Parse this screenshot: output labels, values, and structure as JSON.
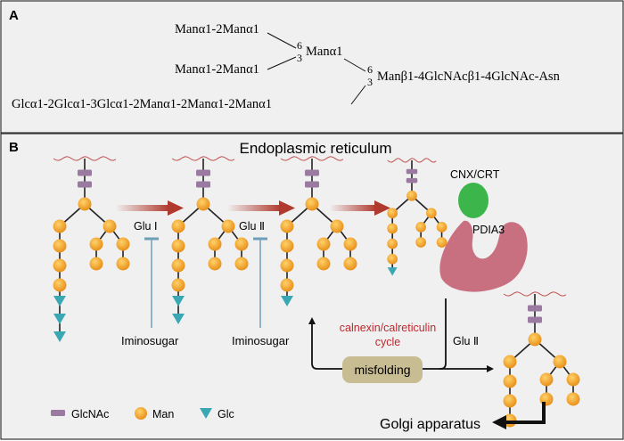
{
  "panel_a": {
    "label": "A",
    "arm1": "Manα1-2Manα1",
    "arm2": "Manα1-2Manα1",
    "branch_mid": "Manα1",
    "arm3": "Glcα1-2Glcα1-3Glcα1-2Manα1-2Manα1-2Manα1",
    "core": "Manβ1-4GlcNAcβ1-4GlcNAc-Asn",
    "link_upper_6": "6",
    "link_upper_3": "3",
    "link_lower_6": "6",
    "link_lower_3": "3"
  },
  "panel_b": {
    "label": "B",
    "title": "Endoplasmic reticulum",
    "glu1": "Glu Ⅰ",
    "glu2": "Glu Ⅱ",
    "glu2_late": "Glu Ⅱ",
    "inhibitor1": "Iminosugar",
    "inhibitor2": "Iminosugar",
    "cnx": "CNX/CRT",
    "pdia3": "PDIA3",
    "cycle_line1": "calnexin/calreticulin",
    "cycle_line2": "cycle",
    "misfolding": "misfolding",
    "golgi": "Golgi apparatus",
    "legend": {
      "glcnac": "GlcNAc",
      "man": "Man",
      "glc": "Glc"
    }
  },
  "colors": {
    "mannose": "#f0a020",
    "glcnac": "#9a7aa0",
    "glucose": "#3aa7b5",
    "arrow_red": "#b03a2e",
    "calnexin": "#3cb54a",
    "pdia3": "#c8707f",
    "misfold_box": "#c8bc92",
    "cycle_text": "#c0282d",
    "peptide": "#c0504d"
  }
}
